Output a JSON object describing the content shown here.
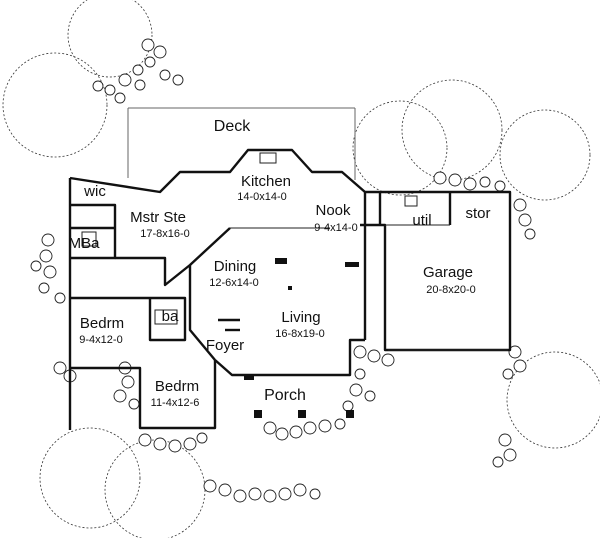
{
  "plan": {
    "areas": {
      "deck": "Deck",
      "porch": "Porch"
    },
    "rooms": {
      "wic": {
        "name": "wic"
      },
      "mba": {
        "name": "MBa"
      },
      "mstr_ste": {
        "name": "Mstr Ste",
        "dim": "17-8x16-0"
      },
      "kitchen": {
        "name": "Kitchen",
        "dim": "14-0x14-0"
      },
      "nook": {
        "name": "Nook",
        "dim": "9-4x14-0"
      },
      "util": {
        "name": "util"
      },
      "stor": {
        "name": "stor"
      },
      "garage": {
        "name": "Garage",
        "dim": "20-8x20-0"
      },
      "dining": {
        "name": "Dining",
        "dim": "12-6x14-0"
      },
      "living": {
        "name": "Living",
        "dim": "16-8x19-0"
      },
      "bedrm1": {
        "name": "Bedrm",
        "dim": "9-4x12-0"
      },
      "ba": {
        "name": "ba"
      },
      "foyer": {
        "name": "Foyer"
      },
      "bedrm2": {
        "name": "Bedrm",
        "dim": "11-4x12-6"
      }
    }
  }
}
